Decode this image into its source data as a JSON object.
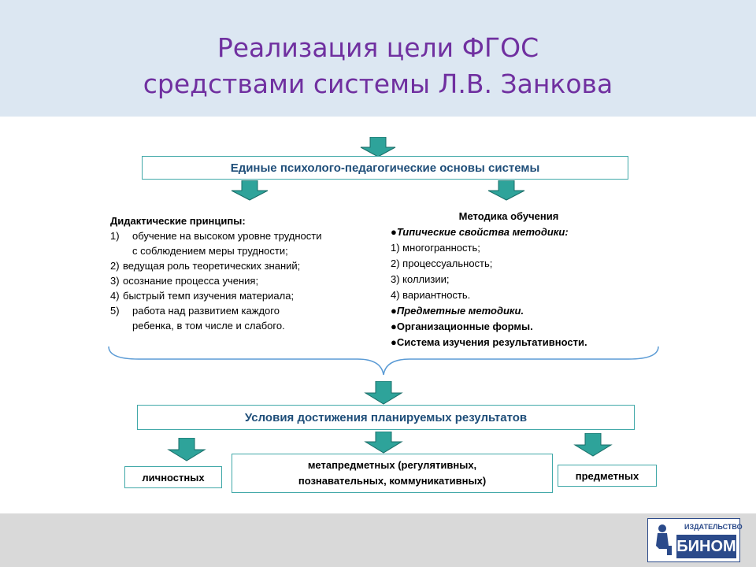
{
  "slide": {
    "title_line1": "Реализация цели ФГОС",
    "title_line2": "средствами системы Л.В. Занкова"
  },
  "diagram": {
    "top_box": "Единые психолого-педагогические основы системы",
    "didactic": {
      "heading": "Дидактические принципы:",
      "items": [
        {
          "num": "1)",
          "lines": [
            "обучение на высоком уровне трудности",
            "с соблюдением меры трудности;"
          ]
        },
        {
          "num": "2)",
          "text": "ведущая роль теоретических знаний;"
        },
        {
          "num": "3)",
          "text": "осознание процесса учения;"
        },
        {
          "num": "4)",
          "text": "быстрый темп изучения материала;"
        },
        {
          "num": "5)",
          "lines": [
            "работа над развитием каждого",
            "ребенка, в том числе и слабого."
          ]
        }
      ]
    },
    "method": {
      "heading": "Методика обучения",
      "typical": "●Типические свойства методики:",
      "props": [
        "1)  многогранность;",
        "2)  процессуальность;",
        "3)  коллизии;",
        "4) вариантность."
      ],
      "subject_methods": "●Предметные методики.",
      "org_forms": "●Организационные формы.",
      "evaluation": "●Система изучения  результативности."
    },
    "conditions_box": "Условия достижения планируемых результатов",
    "results": {
      "personal": "личностных",
      "meta_line1": "метапредметных  (регулятивных,",
      "meta_line2": "познавательных, коммуникативных)",
      "subject": "предметных"
    },
    "colors": {
      "arrow_fill": "#2ea39a",
      "box_border": "#40a8a8",
      "title": "#7030a0",
      "box_text": "#1f4e79"
    }
  },
  "publisher": {
    "small": "ИЗДАТЕЛЬСТВО",
    "name": "БИНОМ"
  }
}
